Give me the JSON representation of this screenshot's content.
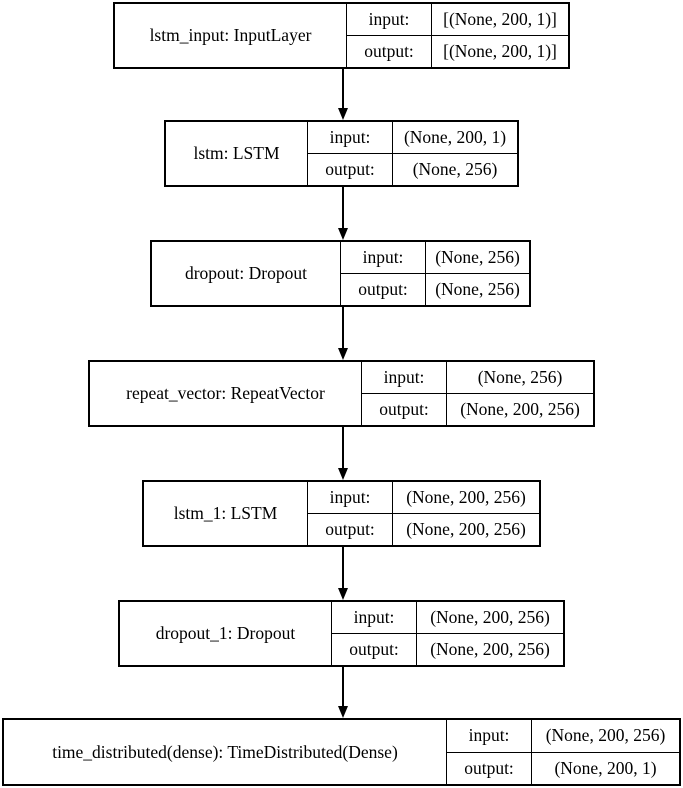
{
  "layers": [
    {
      "name": "lstm_input: InputLayer",
      "input_label": "input:",
      "output_label": "output:",
      "input_shape": "[(None, 200, 1)]",
      "output_shape": "[(None, 200, 1)]"
    },
    {
      "name": "lstm: LSTM",
      "input_label": "input:",
      "output_label": "output:",
      "input_shape": "(None, 200, 1)",
      "output_shape": "(None, 256)"
    },
    {
      "name": "dropout: Dropout",
      "input_label": "input:",
      "output_label": "output:",
      "input_shape": "(None, 256)",
      "output_shape": "(None, 256)"
    },
    {
      "name": "repeat_vector: RepeatVector",
      "input_label": "input:",
      "output_label": "output:",
      "input_shape": "(None, 256)",
      "output_shape": "(None, 200, 256)"
    },
    {
      "name": "lstm_1: LSTM",
      "input_label": "input:",
      "output_label": "output:",
      "input_shape": "(None, 200, 256)",
      "output_shape": "(None, 200, 256)"
    },
    {
      "name": "dropout_1: Dropout",
      "input_label": "input:",
      "output_label": "output:",
      "input_shape": "(None, 200, 256)",
      "output_shape": "(None, 200, 256)"
    },
    {
      "name": "time_distributed(dense): TimeDistributed(Dense)",
      "input_label": "input:",
      "output_label": "output:",
      "input_shape": "(None, 200, 256)",
      "output_shape": "(None, 200, 1)"
    }
  ],
  "edges": [
    [
      0,
      1
    ],
    [
      1,
      2
    ],
    [
      2,
      3
    ],
    [
      3,
      4
    ],
    [
      4,
      5
    ],
    [
      5,
      6
    ]
  ]
}
